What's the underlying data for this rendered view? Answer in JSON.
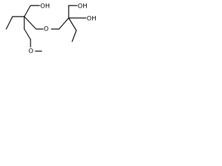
{
  "structure": {
    "labels": {
      "hydroxyl_left": "OH",
      "methoxy_oxygen": "O",
      "ether_oxygen": "O",
      "hydroxyl_top_right": "OH",
      "hydroxyl_right": "OH"
    }
  },
  "colors": {
    "background": "#ffffff",
    "ink": "#000000"
  }
}
